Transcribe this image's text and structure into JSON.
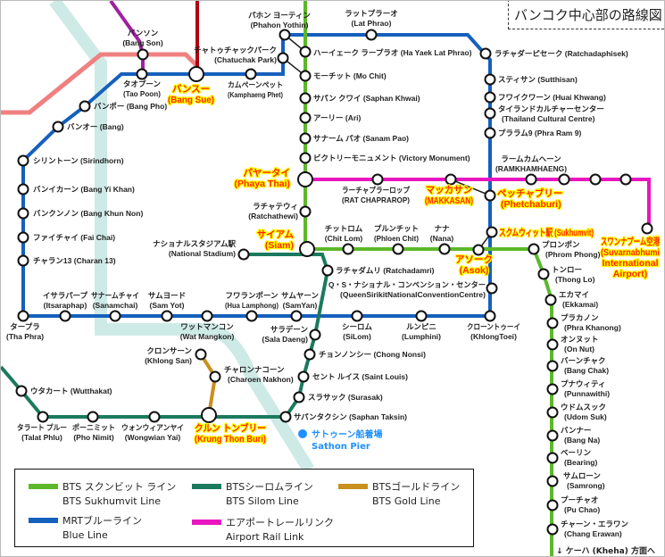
{
  "title": "バンコク中心部の路線図",
  "colors": {
    "bts_sukhumvit": "#5cb82a",
    "bts_silom": "#1a7a5e",
    "bts_gold": "#c8901e",
    "mrt_blue": "#1560bd",
    "airport_rail_link": "#e815c0"
  },
  "legend": [
    {
      "ja": "BTS スクンビット ライン",
      "en": "BTS Sukhumvit Line"
    },
    {
      "ja": "BTSシーロムライン",
      "en": "BTS Silom Line"
    },
    {
      "ja": "BTSゴールドライン",
      "en": "BTS Gold Line"
    },
    {
      "ja": "MRTブルーライン",
      "en": "Blue Line"
    },
    {
      "ja": "エアポートレールリンク",
      "en": "Airport Rail Link"
    }
  ],
  "pier": {
    "ja": "サトゥーン船着場",
    "en": "Sathon Pier"
  },
  "kheha": {
    "arrow": "↓",
    "text": "ケーハ (Kheha) 方面へ"
  },
  "stations": {
    "bang_son": {
      "ja": "バンソン",
      "en": "Bang Son"
    },
    "tao_poon": {
      "ja": "タオプーン",
      "en": "Tao Poon"
    },
    "bang_sue": {
      "ja": "バンスー",
      "en": "Bang Sue"
    },
    "kamphaeng_phet": {
      "ja": "カムペーンペット",
      "en": "Kamphaeng Phet"
    },
    "chatuchak": {
      "ja": "チャトゥチャックパーク",
      "en": "Chatuchak Park"
    },
    "phahon_yothin": {
      "ja": "パホン ヨーティン",
      "en": "Phahon Yothin"
    },
    "lat_phrao": {
      "ja": "ラットプラーオ",
      "en": "Lat Phrao"
    },
    "ha_yaek": {
      "ja": "ハーイェーク ラープラオ",
      "en": "Ha Yaek Lat Phrao"
    },
    "ratchadaphisek": {
      "ja": "ラチャダーピセーク",
      "en": "Ratchadaphisek"
    },
    "sutthisan": {
      "ja": "スティサン",
      "en": "Sutthisan"
    },
    "huai_khwang": {
      "ja": "フワイクワーン",
      "en": "Huai Khwang"
    },
    "tcc": {
      "ja": "タイランドカルチャーセンター",
      "en": "Thailand Cultural Centre"
    },
    "phra_ram9": {
      "ja": "プララム9",
      "en": "Phra Ram 9"
    },
    "phetchaburi": {
      "ja": "ペッチャブリー",
      "en": "Phetchaburi"
    },
    "sukhumvit_mrt": {
      "ja": "スクムウィット駅",
      "en": "Sukhumvit"
    },
    "qsncc": {
      "ja": "Q・S・ナショナル・コンベンション・センター",
      "en": "QueenSirikitNationalConventionCentre"
    },
    "khlong_toei": {
      "ja": "クローントゥーイ",
      "en": "KhlongToei"
    },
    "lumphini": {
      "ja": "ルンピニ",
      "en": "Lumphini"
    },
    "silom": {
      "ja": "シーロム",
      "en": "SiLom"
    },
    "sam_yan": {
      "ja": "サムヤーン",
      "en": "SamYan"
    },
    "hua_lamphong": {
      "ja": "フワランポーン",
      "en": "Hua Lamphong"
    },
    "wat_mangkon": {
      "ja": "ワットマンコン",
      "en": "Wat Mangkon"
    },
    "sam_yot": {
      "ja": "サムヨード",
      "en": "Sam Yot"
    },
    "sanamchai": {
      "ja": "サナームチャイ",
      "en": "Sanamchai"
    },
    "itsaraphap": {
      "ja": "イサラパープ",
      "en": "Itsaraphap"
    },
    "tha_phra": {
      "ja": "タープラ",
      "en": "Tha Phra"
    },
    "charan13": {
      "ja": "チャラン13",
      "en": "Charan 13"
    },
    "fai_chai": {
      "ja": "ファイチャイ",
      "en": "Fai Chai"
    },
    "bang_khun_non": {
      "ja": "バンクンノン",
      "en": "Bang Khun Non"
    },
    "bang_yi_khan": {
      "ja": "バンイカーン",
      "en": "Bang Yi Khan"
    },
    "sirindhorn": {
      "ja": "シリントーン",
      "en": "Sirindhorn"
    },
    "bang_o": {
      "ja": "バンオー",
      "en": "Bang"
    },
    "bang_pho": {
      "ja": "バンポー",
      "en": "Bang Pho"
    },
    "mo_chit": {
      "ja": "モーチット",
      "en": "Mo Chit"
    },
    "saphan_khwai": {
      "ja": "サパン クワイ",
      "en": "Saphan Khwai"
    },
    "ari": {
      "ja": "アーリー",
      "en": "Ari"
    },
    "sanam_pao": {
      "ja": "サナーム パオ",
      "en": "Sanam Pao"
    },
    "victory": {
      "ja": "ビクトリーモニュメント",
      "en": "Victory Monument"
    },
    "phaya_thai": {
      "ja": "パヤータイ",
      "en": "Phaya Thai"
    },
    "ratchathewi": {
      "ja": "ラチャテウィ",
      "en": "Ratchathewi"
    },
    "siam": {
      "ja": "サイアム",
      "en": "Siam"
    },
    "chit_lom": {
      "ja": "チットロム",
      "en": "Chit Lom"
    },
    "phloen_chit": {
      "ja": "プルンチット",
      "en": "Phloen Chit"
    },
    "nana": {
      "ja": "ナナ",
      "en": "Nana"
    },
    "asok": {
      "ja": "アソーク",
      "en": "Asok"
    },
    "phrom_phong": {
      "ja": "プロンポン",
      "en": "Phrom Phong"
    },
    "thong_lo": {
      "ja": "トンロー",
      "en": "Thong Lo"
    },
    "ekkamai": {
      "ja": "エカマイ",
      "en": "Ekkamai"
    },
    "phra_khanong": {
      "ja": "プラカノン",
      "en": "Phra Khanong"
    },
    "on_nut": {
      "ja": "オンヌット",
      "en": "On Nut"
    },
    "bang_chak": {
      "ja": "バーンチャク",
      "en": "Bang Chak"
    },
    "punnawithi": {
      "ja": "プナウィティ",
      "en": "Punnawithi"
    },
    "udom_suk": {
      "ja": "ウドムスック",
      "en": "Udom Suk"
    },
    "bang_na": {
      "ja": "バンナー",
      "en": "Bang Na"
    },
    "bearing": {
      "ja": "ベーリン",
      "en": "Bearing"
    },
    "samrong": {
      "ja": "サムローン",
      "en": "Samrong"
    },
    "pu_chao": {
      "ja": "プーチャオ",
      "en": "Pu Chao"
    },
    "chang_erawan": {
      "ja": "チャーン・エラワン",
      "en": "Chang Erawan"
    },
    "ratchaprarop": {
      "ja": "ラーチャプラーロップ",
      "en": "RAT CHAPRAROP"
    },
    "makkasan": {
      "ja": "マッカサン",
      "en": "MAKKASAN"
    },
    "ramkhamhaeng": {
      "ja": "ラームカムヘーン",
      "en": "RAMKHAMHAENG"
    },
    "airport": {
      "ja": "スワンナプーム空港",
      "en_lines": [
        "Suvarnabhumi",
        "International",
        "Airport"
      ]
    },
    "national_stadium": {
      "ja": "ナショナルスタジアム駅",
      "en": "National Stadium"
    },
    "ratchadamri": {
      "ja": "ラチャダムリ",
      "en": "Ratchadamri"
    },
    "sala_daeng": {
      "ja": "サラデーン",
      "en": "Sala Daeng"
    },
    "chong_nonsi": {
      "ja": "チョンノンシー",
      "en": "Chong Nonsi"
    },
    "saint_louis": {
      "ja": "セント ルイス",
      "en": "Saint Louis"
    },
    "surasak": {
      "ja": "スラサック",
      "en": "Surasak"
    },
    "saphan_taksin": {
      "ja": "サパンタクシン",
      "en": "Saphan Taksin"
    },
    "krung_thon_buri": {
      "ja": "クルン トンブリー",
      "en": "Krung Thon Buri"
    },
    "wongwian_yai": {
      "ja": "ウォンウィアンヤイ",
      "en": "Wongwian Yai"
    },
    "pho_nimit": {
      "ja": "ポーニミット",
      "en": "Pho Nimit"
    },
    "talat_phlu": {
      "ja": "タラート プルー",
      "en": "Talat Phlu"
    },
    "wutthakat": {
      "ja": "ウタカート",
      "en": "Wutthakat"
    },
    "khlong_san": {
      "ja": "クロンサーン",
      "en": "Khlong San"
    },
    "charoen_nakhon": {
      "ja": "チャロンナコーン",
      "en": "Charoen Nakhon"
    }
  }
}
